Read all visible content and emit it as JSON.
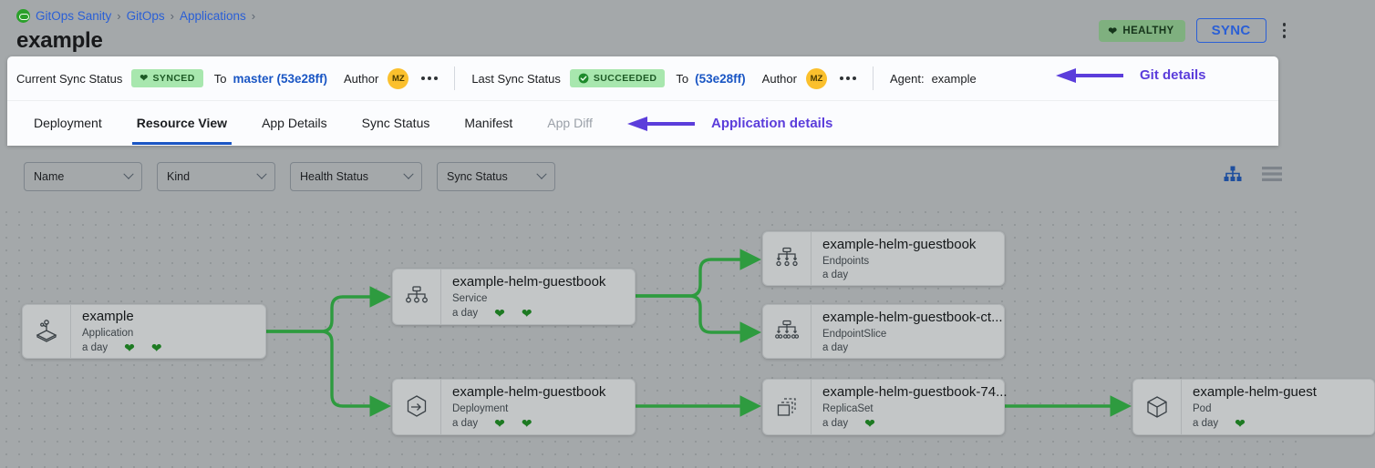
{
  "header": {
    "breadcrumb": [
      {
        "label": "GitOps Sanity",
        "icon": "gitops-logo-icon"
      },
      {
        "label": "GitOps"
      },
      {
        "label": "Applications"
      }
    ],
    "breadcrumb_separator": "›",
    "title": "example",
    "health_badge": {
      "label": "HEALTHY",
      "icon": "heart-icon",
      "color": "#7fb07f"
    },
    "sync_button": {
      "label": "SYNC",
      "color": "#2a5fd6"
    },
    "menu_icon": "kebab-menu-icon"
  },
  "sync_bar": {
    "current": {
      "label": "Current Sync Status",
      "badge": "SYNCED",
      "badge_icon": "heart-icon",
      "to_word": "To",
      "to_value": "master (53e28ff)",
      "author_word": "Author",
      "author_initials": "MZ",
      "more_icon": "ellipsis-icon"
    },
    "last": {
      "label": "Last Sync Status",
      "badge": "SUCCEEDED",
      "badge_icon": "check-circle-icon",
      "to_word": "To",
      "to_value": "(53e28ff)",
      "author_word": "Author",
      "author_initials": "MZ",
      "more_icon": "ellipsis-icon"
    },
    "agent": {
      "label": "Agent:",
      "value": "example"
    }
  },
  "annotations": [
    {
      "text": "Git details",
      "color": "#5b3ddb",
      "points_at": "agent-field"
    },
    {
      "text": "Application details",
      "color": "#5b3ddb",
      "points_at": "tab-app-diff"
    }
  ],
  "tabs": [
    {
      "label": "Deployment",
      "active": false,
      "disabled": false
    },
    {
      "label": "Resource View",
      "active": true,
      "disabled": false
    },
    {
      "label": "App Details",
      "active": false,
      "disabled": false
    },
    {
      "label": "Sync Status",
      "active": false,
      "disabled": false
    },
    {
      "label": "Manifest",
      "active": false,
      "disabled": false
    },
    {
      "label": "App Diff",
      "active": false,
      "disabled": true
    }
  ],
  "filters": [
    {
      "label": "Name",
      "icon": "chevron-down-icon"
    },
    {
      "label": "Kind",
      "icon": "chevron-down-icon"
    },
    {
      "label": "Health Status",
      "icon": "chevron-down-icon"
    },
    {
      "label": "Sync Status",
      "icon": "chevron-down-icon"
    }
  ],
  "view_toggles": [
    {
      "name": "tree-view-icon",
      "active": true,
      "color": "#1f4f9e"
    },
    {
      "name": "list-view-icon",
      "active": false,
      "color": "#7d838a"
    }
  ],
  "graph": {
    "edge_color": "#2e9b3f",
    "nodes": [
      {
        "id": "app",
        "name": "example",
        "kind": "Application",
        "age": "a day",
        "icon": "application-icon",
        "hearts": 2
      },
      {
        "id": "svc",
        "name": "example-helm-guestbook",
        "kind": "Service",
        "age": "a day",
        "icon": "service-icon",
        "hearts": 2
      },
      {
        "id": "ep",
        "name": "example-helm-guestbook",
        "kind": "Endpoints",
        "age": "a day",
        "icon": "endpoints-icon",
        "hearts": 0
      },
      {
        "id": "eps",
        "name": "example-helm-guestbook-ct...",
        "kind": "EndpointSlice",
        "age": "a day",
        "icon": "endpointslice-icon",
        "hearts": 0
      },
      {
        "id": "deploy",
        "name": "example-helm-guestbook",
        "kind": "Deployment",
        "age": "a day",
        "icon": "deployment-icon",
        "hearts": 2
      },
      {
        "id": "rs",
        "name": "example-helm-guestbook-74...",
        "kind": "ReplicaSet",
        "age": "a day",
        "icon": "replicaset-icon",
        "hearts": 1
      },
      {
        "id": "pod",
        "name": "example-helm-guest",
        "kind": "Pod",
        "age": "a day",
        "icon": "pod-icon",
        "hearts": 1
      }
    ]
  }
}
